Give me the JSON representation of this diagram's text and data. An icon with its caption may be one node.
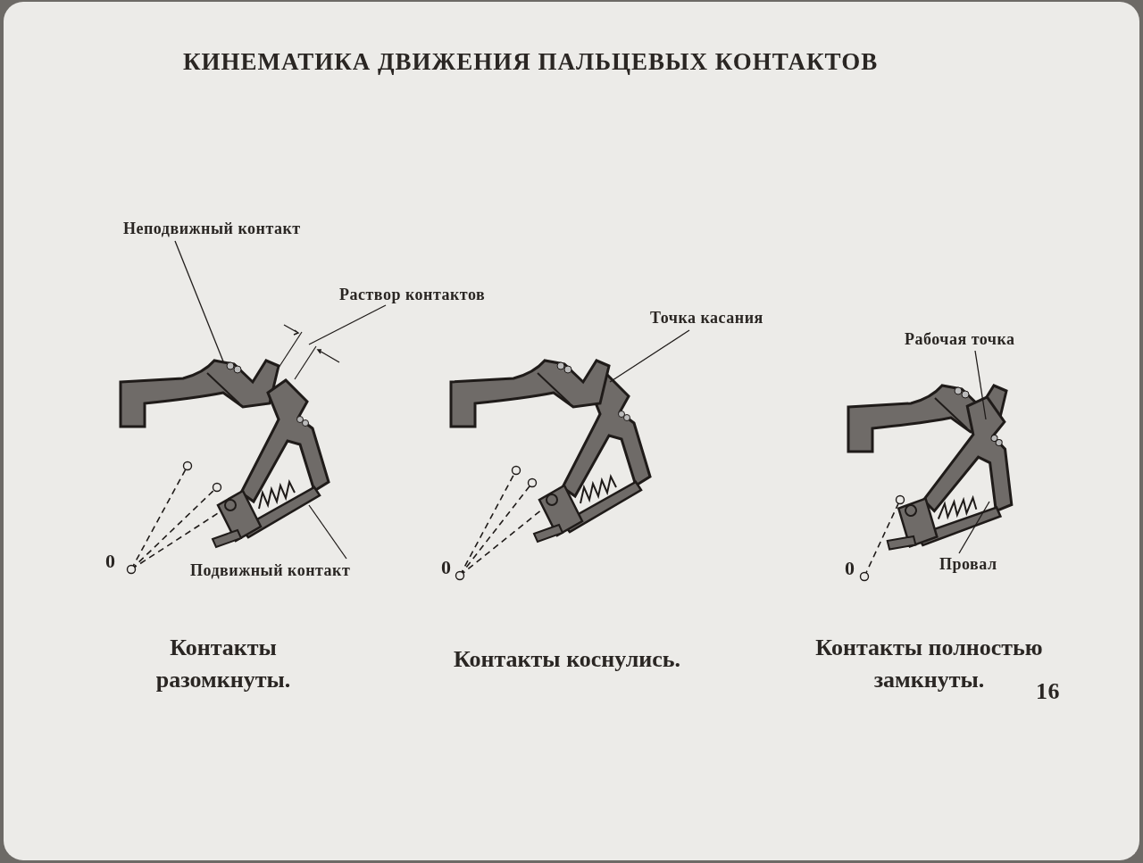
{
  "diagram": {
    "title": "КИНЕМАТИКА ДВИЖЕНИЯ ПАЛЬЦЕВЫХ КОНТАКТОВ",
    "nodes": [
      {
        "text": [
          "Неподвижный контакт"
        ]
      },
      {
        "text": [],
        "shape": "picture"
      },
      {
        "text": [
          "Раствор контактов"
        ]
      },
      {
        "text": [
          "Подвижный контакт"
        ]
      },
      {
        "text": [],
        "shape": "picture"
      },
      {
        "text": [
          "Точка касания"
        ]
      },
      {
        "text": [],
        "shape": "picture"
      },
      {
        "text": [
          "Рабочая точка"
        ]
      },
      {
        "text": [],
        "shape": "picture"
      },
      {
        "text": [
          "Провал"
        ]
      },
      {
        "text": [],
        "shape": "picture"
      }
    ],
    "edges": [
      {
        "from": 0,
        "to": 1,
        "arrow": "none"
      },
      {
        "from": 2,
        "to": null,
        "arrow": "none"
      },
      {
        "from": 3,
        "to": 4,
        "arrow": "none"
      },
      {
        "from": 5,
        "to": 6,
        "arrow": "none"
      },
      {
        "from": 7,
        "to": 8,
        "arrow": "none"
      },
      {
        "from": 9,
        "to": 10,
        "arrow": "none"
      }
    ],
    "labels": [
      "0",
      "0",
      "0",
      "Контакты разомкнуты.",
      "Контакты коснулись.",
      "Контакты полностью замкнуты.",
      "16"
    ]
  }
}
